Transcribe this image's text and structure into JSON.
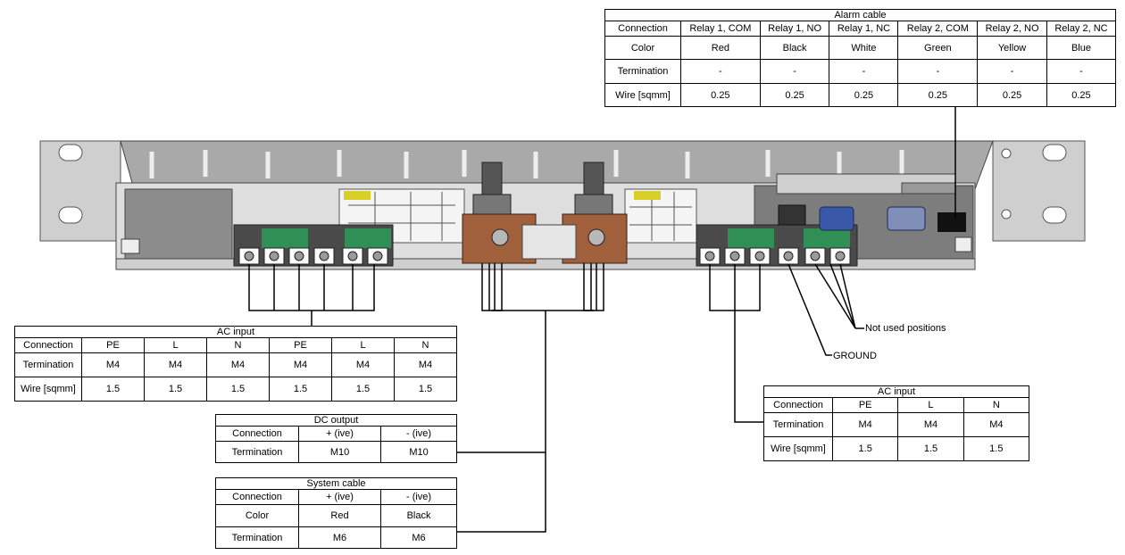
{
  "alarm_table": {
    "title": "Alarm cable",
    "headers": [
      "Connection",
      "Relay 1, COM",
      "Relay 1, NO",
      "Relay 1, NC",
      "Relay 2, COM",
      "Relay 2, NO",
      "Relay 2, NC"
    ],
    "rows": [
      [
        "Color",
        "Red",
        "Black",
        "White",
        "Green",
        "Yellow",
        "Blue"
      ],
      [
        "Termination",
        "-",
        "-",
        "-",
        "-",
        "-",
        "-"
      ],
      [
        "Wire [sqmm]",
        "0.25",
        "0.25",
        "0.25",
        "0.25",
        "0.25",
        "0.25"
      ]
    ]
  },
  "ac_input_left": {
    "title": "AC input",
    "headers": [
      "Connection",
      "PE",
      "L",
      "N",
      "PE",
      "L",
      "N"
    ],
    "rows": [
      [
        "Termination",
        "M4",
        "M4",
        "M4",
        "M4",
        "M4",
        "M4"
      ],
      [
        "Wire [sqmm]",
        "1.5",
        "1.5",
        "1.5",
        "1.5",
        "1.5",
        "1.5"
      ]
    ]
  },
  "dc_output": {
    "title": "DC output",
    "headers": [
      "Connection",
      "+ (ive)",
      "- (ive)"
    ],
    "rows": [
      [
        "Termination",
        "M10",
        "M10"
      ]
    ]
  },
  "system_cable": {
    "title": "System cable",
    "headers": [
      "Connection",
      "+ (ive)",
      "- (ive)"
    ],
    "rows": [
      [
        "Color",
        "Red",
        "Black"
      ],
      [
        "Termination",
        "M6",
        "M6"
      ]
    ]
  },
  "ac_input_right": {
    "title": "AC input",
    "headers": [
      "Connection",
      "PE",
      "L",
      "N"
    ],
    "rows": [
      [
        "Termination",
        "M4",
        "M4",
        "M4"
      ],
      [
        "Wire [sqmm]",
        "1.5",
        "1.5",
        "1.5"
      ]
    ]
  },
  "callouts": {
    "not_used": "Not used positions",
    "ground": "GROUND"
  }
}
